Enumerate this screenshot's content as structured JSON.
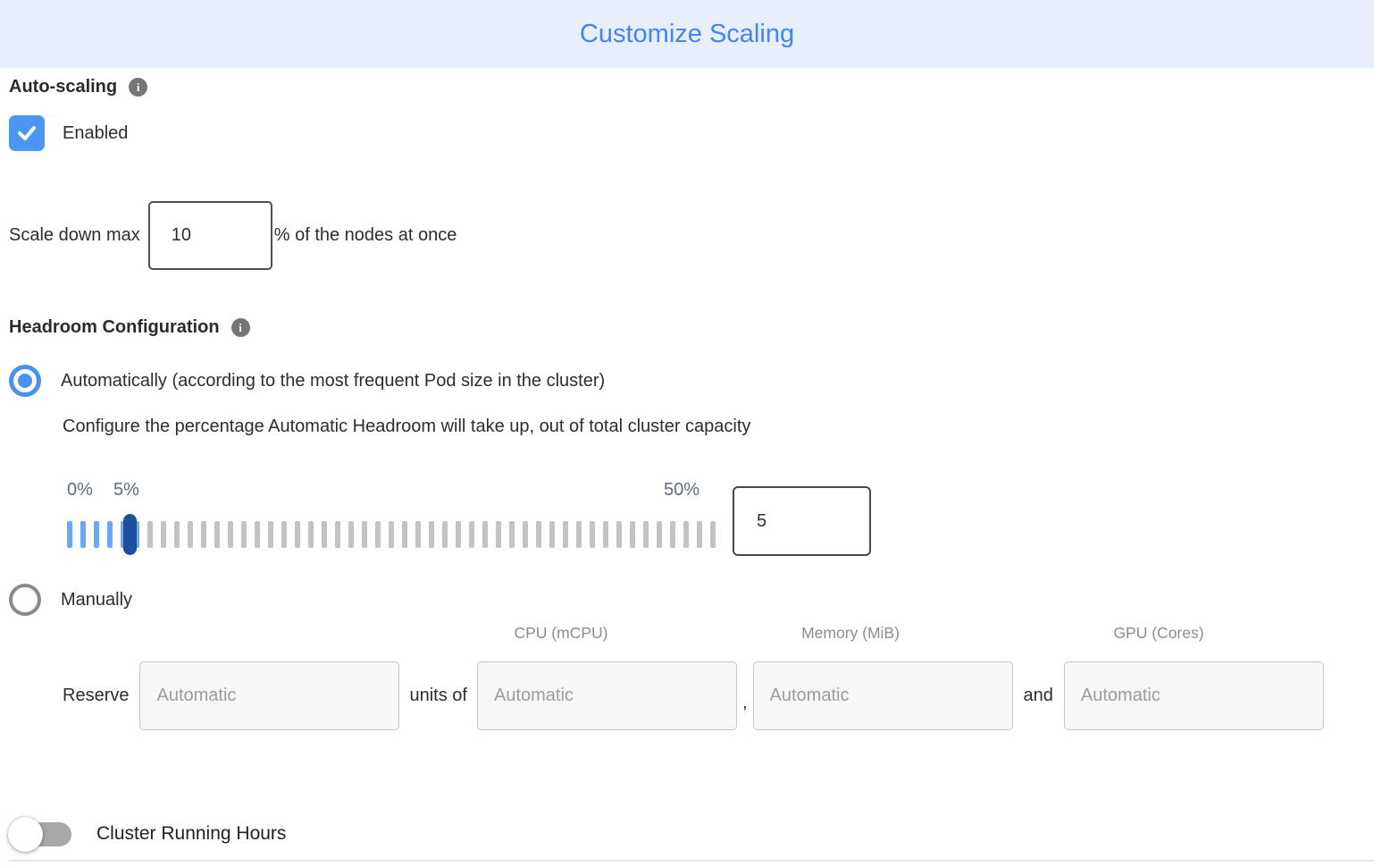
{
  "header": {
    "title": "Customize Scaling"
  },
  "auto_scaling": {
    "label": "Auto-scaling",
    "enabled_label": "Enabled",
    "checkbox_checked": true
  },
  "scale_down": {
    "label": "Scale down max",
    "value": "10",
    "suffix": "% of the nodes at once"
  },
  "headroom": {
    "label": "Headroom Configuration",
    "auto_option_label": "Automatically (according to the most frequent Pod size in the cluster)",
    "auto_option_selected": true,
    "auto_description": "Configure the percentage Automatic Headroom will take up, out of total cluster capacity",
    "slider": {
      "min_label": "0%",
      "current_label": "5%",
      "max_label": "50%",
      "value": "5",
      "tick_count": 49,
      "active_tick_count": 6
    },
    "manual_option_label": "Manually",
    "manual_option_selected": false
  },
  "manual_reserve": {
    "label": "Reserve",
    "units_label": "units of",
    "separator_comma": ",",
    "separator_and": "and",
    "placeholder": "Automatic",
    "columns": [
      "CPU (mCPU)",
      "Memory (MiB)",
      "GPU (Cores)"
    ]
  },
  "cluster_running_hours": {
    "label": "Cluster Running Hours",
    "toggle_on": false
  },
  "colors": {
    "header_bg": "#e8effc",
    "title_blue": "#4285f4",
    "control_blue": "#4a96f2",
    "slider_tick_active": "#69a8f5",
    "slider_thumb": "#1d4f9e",
    "muted_text": "#8d8d8d"
  }
}
